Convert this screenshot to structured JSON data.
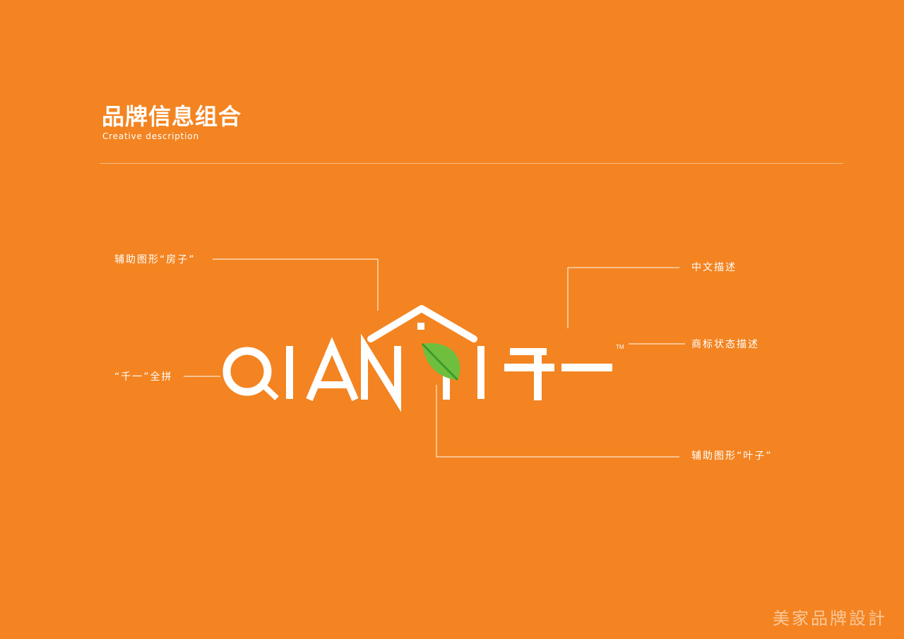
{
  "header": {
    "title": "品牌信息组合",
    "subtitle": "Creative description"
  },
  "callouts": {
    "house": "辅助图形“房子”",
    "pinyin": "“千一”全拼",
    "chinese_desc": "中文描述",
    "trademark_desc": "商标状态描述",
    "leaf": "辅助图形“叶子”"
  },
  "logo": {
    "latin_left": "QIAN",
    "latin_right": "YI",
    "chinese": "千一",
    "trademark": "TM",
    "icons": [
      "house-roof-icon",
      "leaf-icon"
    ]
  },
  "watermark": "美家品牌設計",
  "colors": {
    "background": "#f38421",
    "foreground": "#ffffff",
    "leaf_light": "#9bd36a",
    "leaf_dark": "#3f9a2c"
  }
}
